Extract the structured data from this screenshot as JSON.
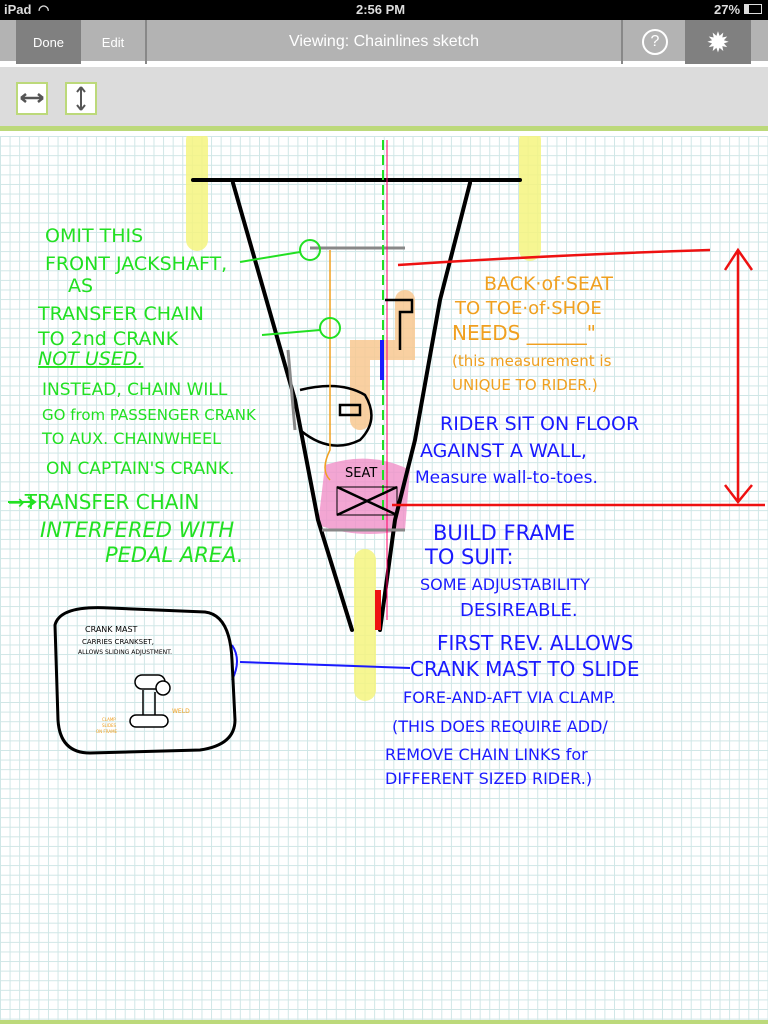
{
  "status": {
    "device": "iPad",
    "time": "2:56 PM",
    "battery": "27%"
  },
  "nav": {
    "done": "Done",
    "edit": "Edit",
    "title": "Viewing: Chainlines sketch",
    "help_icon": "question-circle-icon",
    "settings_icon": "gear-icon"
  },
  "toolbar": {
    "tools": [
      {
        "icon": "horizontal-arrow-icon"
      },
      {
        "icon": "vertical-arrow-icon"
      }
    ]
  },
  "colors": {
    "green": "#22e022",
    "orange": "#f0a020",
    "blue": "#1a1aff",
    "red": "#ee1111",
    "highlight_yellow": "#f5f580",
    "highlight_pink": "#f090c8"
  },
  "notes": {
    "green": [
      "OMIT THIS",
      "FRONT JACKSHAFT,",
      "AS",
      "TRANSFER CHAIN",
      "TO 2nd CRANK",
      "NOT USED.",
      "INSTEAD, CHAIN WILL",
      "GO from PASSENGER CRANK",
      "TO AUX. CHAINWHEEL",
      "ON CAPTAIN'S CRANK.",
      "→TRANSFER CHAIN",
      "INTERFERED WITH",
      "PEDAL AREA."
    ],
    "orange": [
      "BACK·of·SEAT",
      "TO TOE·of·SHOE",
      "NEEDS ______\"",
      "(this measurement is",
      "UNIQUE TO RIDER.)"
    ],
    "blue_top": [
      "RIDER SIT ON FLOOR",
      "AGAINST A WALL,",
      "Measure wall-to-toes."
    ],
    "blue_bottom": [
      "BUILD FRAME",
      "TO SUIT:",
      "SOME ADJUSTABILITY",
      "DESIREABLE.",
      "FIRST REV. ALLOWS",
      "CRANK MAST TO SLIDE",
      "FORE-AND-AFT VIA CLAMP.",
      "(THIS DOES REQUIRE ADD/",
      "REMOVE CHAIN LINKS for",
      "DIFFERENT SIZED RIDER.)"
    ],
    "seat_label": "SEAT",
    "inset": [
      "CRANK MAST",
      "CARRIES CRANKSET,",
      "ALLOWS SLIDING ADJUSTMENT."
    ],
    "inset_weld": "WELD",
    "inset_clamp": [
      "CLAMP",
      "SLIDES",
      "ON FRAME"
    ]
  }
}
